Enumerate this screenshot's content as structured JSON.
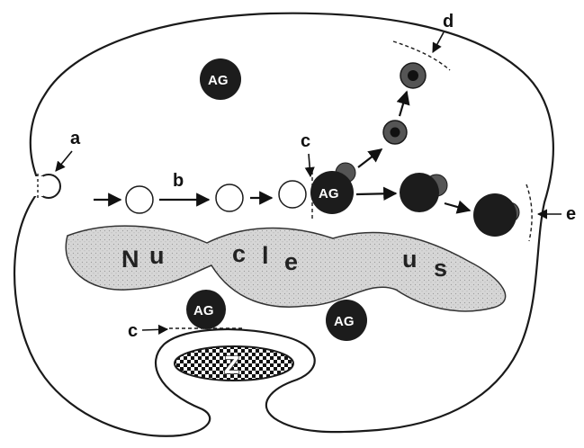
{
  "labels": {
    "a": "a",
    "b": "b",
    "c_top": "c",
    "c_bottom": "c",
    "d": "d",
    "e": "e"
  },
  "granule_label": "AG",
  "nucleus_letters": [
    "N",
    "u",
    "c",
    "l",
    "e",
    "u",
    "s"
  ],
  "z_label": "Z",
  "colors": {
    "outline": "#1a1a1a",
    "granule": "#1c1c1c",
    "granule_halo": "#555555",
    "nucleus_fill": "#d4d4d4",
    "background": "#ffffff"
  }
}
